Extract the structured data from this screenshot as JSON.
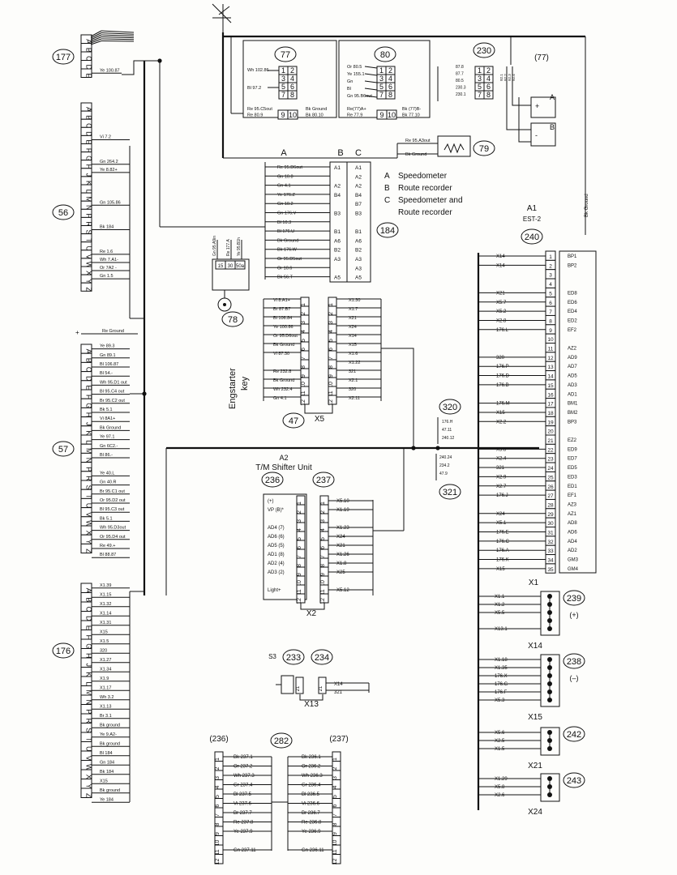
{
  "strips": [
    {
      "id": "177",
      "letters": [
        "A",
        "B",
        "C",
        "D",
        "E"
      ],
      "wires": [
        {
          "pos": 4,
          "label": "Ye 100.87"
        }
      ]
    },
    {
      "id": "56",
      "letters": [
        "A",
        "B",
        "C",
        "D",
        "E",
        "F",
        "G",
        "H",
        "J",
        "K",
        "L",
        "M",
        "N",
        "P",
        "R",
        "S",
        "T",
        "U",
        "V",
        "W",
        "X",
        "Y",
        "Z"
      ],
      "wires": [
        {
          "pos": 4,
          "label": "Vi 7.2"
        },
        {
          "pos": 7,
          "label": "Gn 264.2"
        },
        {
          "pos": 8,
          "label": "Ye 8.82+"
        },
        {
          "pos": 12,
          "label": "Gn 105.86"
        },
        {
          "pos": 15,
          "label": "Bk 184"
        },
        {
          "pos": 18,
          "label": "Re 1.6"
        },
        {
          "pos": 19,
          "label": "Wh 7.A1-"
        },
        {
          "pos": 20,
          "label": "Or 7A2 -"
        },
        {
          "pos": 21,
          "label": "Gn 1.5"
        }
      ]
    },
    {
      "id": "57",
      "letters": [
        "A",
        "B",
        "C",
        "D",
        "E",
        "F",
        "G",
        "H",
        "J",
        "K",
        "L",
        "M",
        "N",
        "P",
        "R",
        "S",
        "T",
        "U",
        "V",
        "W",
        "X",
        "Y",
        "Z"
      ],
      "wires": [
        {
          "pos": 0,
          "label": "Ye 89.3"
        },
        {
          "pos": 1,
          "label": "Gn 89.1"
        },
        {
          "pos": 2,
          "label": "Bl 106.87"
        },
        {
          "pos": 3,
          "label": "Bl 54.-"
        },
        {
          "pos": 4,
          "label": "Wh 95.D1 out"
        },
        {
          "pos": 5,
          "label": "Bl 95.C4 out"
        },
        {
          "pos": 6,
          "label": "Br 95.C2 out"
        },
        {
          "pos": 7,
          "label": "Bk 5.1"
        },
        {
          "pos": 8,
          "label": "Vi 8A1+"
        },
        {
          "pos": 9,
          "label": "Bk Ground"
        },
        {
          "pos": 10,
          "label": "Ye 97.1"
        },
        {
          "pos": 11,
          "label": "Gn 6C2.-"
        },
        {
          "pos": 12,
          "label": "Bl 86.-"
        },
        {
          "pos": 14,
          "label": "Ye 40.L"
        },
        {
          "pos": 15,
          "label": "Gn 40.R"
        },
        {
          "pos": 16,
          "label": "Br 95.C1 out"
        },
        {
          "pos": 17,
          "label": "Or 95.D2 out"
        },
        {
          "pos": 18,
          "label": "Bl 95.C3 out"
        },
        {
          "pos": 19,
          "label": "Bk 5.1"
        },
        {
          "pos": 20,
          "label": "Wh 95.D3out"
        },
        {
          "pos": 21,
          "label": "Or 95.D4 out"
        },
        {
          "pos": 22,
          "label": "Re 49.+"
        },
        {
          "pos": 23,
          "label": "Bl 88.87"
        }
      ]
    },
    {
      "id": "176",
      "letters": [
        "A",
        "B",
        "C",
        "D",
        "E",
        "F",
        "G",
        "H",
        "J",
        "K",
        "L",
        "M",
        "N",
        "P",
        "R",
        "S",
        "T",
        "U",
        "V",
        "W",
        "X",
        "Y",
        "Z"
      ],
      "wires": [
        {
          "pos": 0,
          "label": "X1.39"
        },
        {
          "pos": 1,
          "label": "X1.15"
        },
        {
          "pos": 2,
          "label": "X1.32"
        },
        {
          "pos": 3,
          "label": "X1.14"
        },
        {
          "pos": 4,
          "label": "X1.31"
        },
        {
          "pos": 5,
          "label": "X15"
        },
        {
          "pos": 6,
          "label": "X1.5"
        },
        {
          "pos": 7,
          "label": "320"
        },
        {
          "pos": 8,
          "label": "X1.27"
        },
        {
          "pos": 9,
          "label": "X1.34"
        },
        {
          "pos": 10,
          "label": "X1.9"
        },
        {
          "pos": 11,
          "label": "X1.17"
        },
        {
          "pos": 12,
          "label": "Wh 3.2"
        },
        {
          "pos": 13,
          "label": "X1.13"
        },
        {
          "pos": 14,
          "label": "Br 3.1"
        },
        {
          "pos": 15,
          "label": "Bk ground"
        },
        {
          "pos": 16,
          "label": "Ye 9.A2-"
        },
        {
          "pos": 17,
          "label": "Bk ground"
        },
        {
          "pos": 18,
          "label": "Bl 184"
        },
        {
          "pos": 19,
          "label": "Gn 184"
        },
        {
          "pos": 20,
          "label": "Bk 184"
        },
        {
          "pos": 21,
          "label": "X15"
        },
        {
          "pos": 22,
          "label": "Bk ground"
        },
        {
          "pos": 23,
          "label": "Ye 184"
        }
      ]
    }
  ],
  "ground_label": "Re Ground",
  "conn77": {
    "id": "77",
    "pins": [
      "1",
      "2",
      "3",
      "4",
      "5",
      "6",
      "7",
      "8"
    ],
    "labels": [
      "Wh 102.86",
      "Bl 97.2"
    ],
    "bottom_pins": [
      "9",
      "10"
    ],
    "bottom_left": "Re 95.C5out\nRe 80.9",
    "bottom_right": "Bk Ground\nBk 80.10"
  },
  "conn80": {
    "id": "80",
    "pins": [
      "1",
      "2",
      "3",
      "4",
      "5",
      "6",
      "7",
      "8"
    ],
    "labels": [
      "Or 80.5",
      "Ye 155.1",
      "Gn",
      "Bl",
      "Gn 95.B6out"
    ],
    "bottom_pins": [
      "9",
      "10"
    ],
    "bottom_left": "Re(77)A+\nRe 77.9",
    "bottom_right": "Bk (77)B-\nBk 77.10"
  },
  "conn230": {
    "id": "230",
    "pins": [
      "1",
      "2",
      "3",
      "4",
      "5",
      "6",
      "7",
      "8"
    ],
    "labels": [
      "87.8",
      "87.7",
      "80.5",
      "230.3",
      "230.1"
    ]
  },
  "conn77b": {
    "id": "(77)",
    "box_a": "A",
    "box_b": "B"
  },
  "conn79": {
    "id": "79",
    "label_top": "Re 95.A3out",
    "label_bot": "Bk Ground"
  },
  "table184": {
    "id": "184",
    "col_headers": [
      "A",
      "B",
      "C"
    ],
    "rows": [
      {
        "a": "Re 95.D6out",
        "b": "A1",
        "c": "A1"
      },
      {
        "a": "Gn 10.8",
        "b": "",
        "c": "A2"
      },
      {
        "a": "Gn 4.1",
        "b": "A2",
        "c": "A2"
      },
      {
        "a": "Ye 176.Z",
        "b": "B4",
        "c": "B4"
      },
      {
        "a": "Gn 10.2",
        "b": "",
        "c": "B7"
      },
      {
        "a": "Gn 176.V",
        "b": "B3",
        "c": "B3"
      },
      {
        "a": "Bl 10.3",
        "b": "",
        "c": ""
      },
      {
        "a": "Bl 176.U",
        "b": "B1",
        "c": "B1"
      },
      {
        "a": "Bk Ground",
        "b": "A6",
        "c": "A6"
      },
      {
        "a": "Bk 176.W",
        "b": "B2",
        "c": "B2"
      },
      {
        "a": "Or 95.D5out",
        "b": "A3",
        "c": "A3"
      },
      {
        "a": "Or 10.6",
        "b": "",
        "c": "A3"
      },
      {
        "a": "Bk 56.T",
        "b": "A5",
        "c": "A5"
      }
    ]
  },
  "legend": [
    {
      "k": "A",
      "v": "Speedometer"
    },
    {
      "k": "B",
      "v": "Route recorder"
    },
    {
      "k": "C",
      "v": "Speedometer and"
    },
    {
      "k": "",
      "v": "Route recorder"
    }
  ],
  "key78": {
    "id": "78",
    "wires": [
      "Gn 95.A9in",
      "Re 177.A",
      "Ye 95.B1h"
    ],
    "pins": [
      "15",
      "30",
      "50a"
    ],
    "label": "Engstarter\nkey"
  },
  "conn47": {
    "id": "47",
    "left": [
      "Vi 8.A1+",
      "Br 87.B7",
      "Bl 106.84",
      "Ye 100.86",
      "Or 95.D6out",
      "Bk Ground",
      "Vi 87.30",
      "",
      "Re 232.8",
      "Bk Ground",
      "Wh 232.4",
      "Gn 4.1"
    ]
  },
  "conn_x5": {
    "id": "X5",
    "right": [
      "X1.30",
      "X1.7",
      "X21",
      "X24",
      "X14",
      "X15",
      "X1.6",
      "X1.22",
      "321",
      "X2.1",
      "320",
      "X2.11"
    ]
  },
  "conn320": {
    "id": "320",
    "labels": [
      "176.H",
      "47.11",
      "240.12"
    ]
  },
  "conn321": {
    "id": "321",
    "labels": [
      "240.24",
      "234.2",
      "47.9"
    ]
  },
  "est2": {
    "a1": "A1",
    "name": "EST-2",
    "id": "240",
    "bottom": "X1",
    "ground": "Bk Ground",
    "rows": [
      {
        "n": "1",
        "l": "X14",
        "r": "BP1"
      },
      {
        "n": "2",
        "l": "X14",
        "r": "BP2"
      },
      {
        "n": "3",
        "l": "",
        "r": ""
      },
      {
        "n": "4",
        "l": "",
        "r": ""
      },
      {
        "n": "5",
        "l": "X21",
        "r": "ED8"
      },
      {
        "n": "6",
        "l": "X5.7",
        "r": "ED6"
      },
      {
        "n": "7",
        "l": "X5.2",
        "r": "ED4"
      },
      {
        "n": "8",
        "l": "X2.8",
        "r": "ED2"
      },
      {
        "n": "9",
        "l": "176.L",
        "r": "EF2"
      },
      {
        "n": "10",
        "l": "",
        "r": ""
      },
      {
        "n": "11",
        "l": "",
        "r": "AZ2"
      },
      {
        "n": "12",
        "l": "320",
        "r": "AD9"
      },
      {
        "n": "13",
        "l": "176.P",
        "r": "AD7"
      },
      {
        "n": "14",
        "l": "176.D",
        "r": "AD5"
      },
      {
        "n": "15",
        "l": "176.B",
        "r": "AD3"
      },
      {
        "n": "16",
        "l": "",
        "r": "AD1"
      },
      {
        "n": "17",
        "l": "176.M",
        "r": "BM1"
      },
      {
        "n": "18",
        "l": "X15",
        "r": "BM2"
      },
      {
        "n": "19",
        "l": "X2.2",
        "r": "BP3"
      },
      {
        "n": "20",
        "l": "",
        "r": ""
      },
      {
        "n": "21",
        "l": "",
        "r": "EZ2"
      },
      {
        "n": "22",
        "l": "X5.8",
        "r": "ED9"
      },
      {
        "n": "23",
        "l": "X2.4",
        "r": "ED7"
      },
      {
        "n": "24",
        "l": "321",
        "r": "ED5"
      },
      {
        "n": "25",
        "l": "X2.9",
        "r": "ED3"
      },
      {
        "n": "26",
        "l": "X2.7",
        "r": "ED1"
      },
      {
        "n": "27",
        "l": "176.J",
        "r": "EF1"
      },
      {
        "n": "28",
        "l": "",
        "r": "AZ3"
      },
      {
        "n": "29",
        "l": "X24",
        "r": "AZ1"
      },
      {
        "n": "30",
        "l": "X5.1",
        "r": "AD8"
      },
      {
        "n": "31",
        "l": "176.E",
        "r": "AD6"
      },
      {
        "n": "32",
        "l": "176.C",
        "r": "AD4"
      },
      {
        "n": "33",
        "l": "176.A",
        "r": "AD2"
      },
      {
        "n": "34",
        "l": "176.K",
        "r": "GM3"
      },
      {
        "n": "35",
        "l": "X15",
        "r": "GM4"
      }
    ]
  },
  "shifter": {
    "a2": "A2",
    "title": "T/M Shifter Unit",
    "id1": "236",
    "id2": "237",
    "bottom": "X2",
    "inner": [
      "(+)",
      "VP (B)*",
      "",
      "AD4 (7)",
      "AD6 (6)",
      "AD5 (5)",
      "AD1 (8)",
      "AD2 (4)",
      "AD3 (2)",
      "",
      "Light+",
      ""
    ],
    "right": [
      "X5.10",
      "X1.19",
      "",
      "X1.23",
      "X24",
      "X21",
      "X1.26",
      "X1.8",
      "X25",
      "",
      "X5.12",
      ""
    ]
  },
  "s3": {
    "s": "S3",
    "id1": "233",
    "id2": "234",
    "bottom": "X13",
    "right": [
      "X14",
      "321"
    ]
  },
  "x14": {
    "id": "239",
    "bottom": "X14",
    "sign": "(+)",
    "labels": [
      "X1.1",
      "X1.2",
      "X5.5",
      "",
      "X13.1"
    ]
  },
  "x15": {
    "id": "238",
    "bottom": "X15",
    "sign": "(–)",
    "labels": [
      "X1.18",
      "X1.35",
      "176.X",
      "176.G",
      "176.F",
      "X5.3"
    ]
  },
  "x21": {
    "id": "242",
    "bottom": "X21",
    "labels": [
      "X5.6",
      "X2.5",
      "X1.5"
    ]
  },
  "x24": {
    "id": "243",
    "bottom": "X24",
    "labels": [
      "X1.29",
      "X5.8",
      "X2.6"
    ]
  },
  "c282": {
    "id_l": "(236)",
    "id_c": "282",
    "id_r": "(237)",
    "left": [
      "Bk 237.1",
      "Or 237.2",
      "Wh 237.3",
      "Gr 237.4",
      "Bl 237.5",
      "Vi 237.6",
      "Br 237.7",
      "Re 237.8",
      "Ye 237.9",
      "",
      "Gn 237.11"
    ],
    "right": [
      "Bk 236.1",
      "Or 236.2",
      "Wh 236.3",
      "Gr 236.4",
      "Bl 236.5",
      "Vi 236.6",
      "Br 236.7",
      "Re 236.8",
      "Ye 236.9",
      "",
      "Gn 236.11"
    ]
  }
}
